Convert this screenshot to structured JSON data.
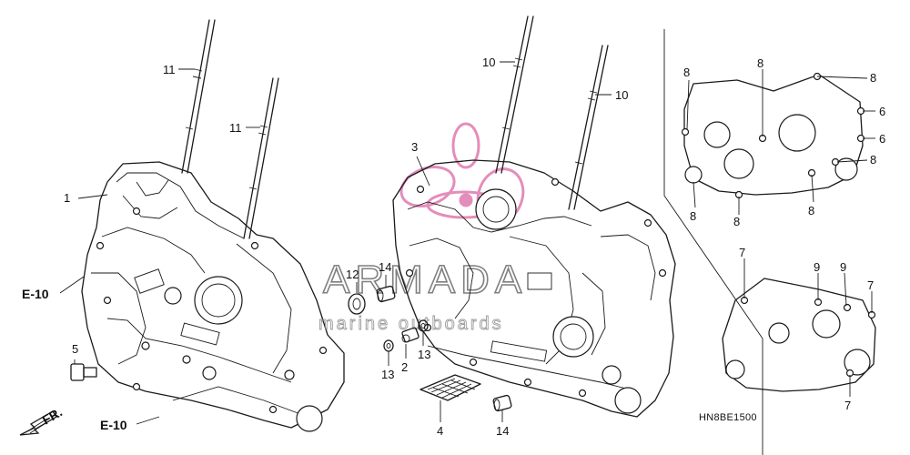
{
  "diagram": {
    "ref_code": "HN8BE1500",
    "refs": {
      "e10_upper": "E-10",
      "e10_lower": "E-10",
      "front": "FR."
    },
    "callouts": {
      "c1": "1",
      "c2": "2",
      "c3": "3",
      "c4": "4",
      "c5": "5",
      "c6a": "6",
      "c6b": "6",
      "c7a": "7",
      "c7b": "7",
      "c7c": "7",
      "c8a": "8",
      "c8b": "8",
      "c8c": "8",
      "c8d": "8",
      "c8e": "8",
      "c8f": "8",
      "c8g": "8",
      "c9a": "9",
      "c9b": "9",
      "c10a": "10",
      "c10b": "10",
      "c11a": "11",
      "c11b": "11",
      "c12": "12",
      "c13a": "13",
      "c13b": "13",
      "c14a": "14",
      "c14b": "14"
    }
  },
  "watermark": {
    "brand": "ARMADA",
    "tagline": "marine outboards",
    "colors": {
      "logo": "#e07ab0",
      "text": "#707070"
    }
  }
}
